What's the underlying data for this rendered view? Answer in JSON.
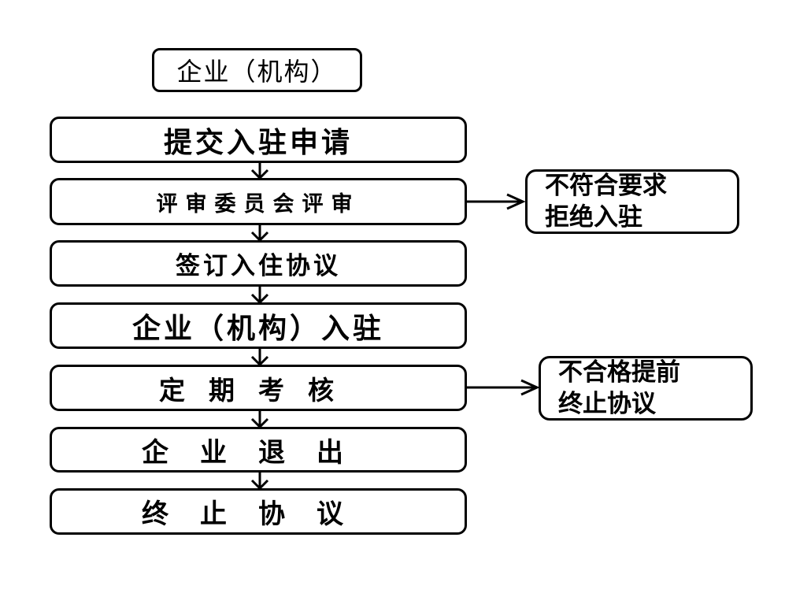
{
  "header": {
    "label": "企业（机构）"
  },
  "steps": [
    {
      "label": "提交入驻申请"
    },
    {
      "label": "评审委员会评审"
    },
    {
      "label": "签订入住协议"
    },
    {
      "label": "企业（机构）入驻"
    },
    {
      "label": "定期考核"
    },
    {
      "label": "企业退出"
    },
    {
      "label": "终止协议"
    }
  ],
  "side_notes": [
    {
      "line1": "不符合要求",
      "line2": "拒绝入驻"
    },
    {
      "line1": "不合格提前",
      "line2": "终止协议"
    }
  ]
}
